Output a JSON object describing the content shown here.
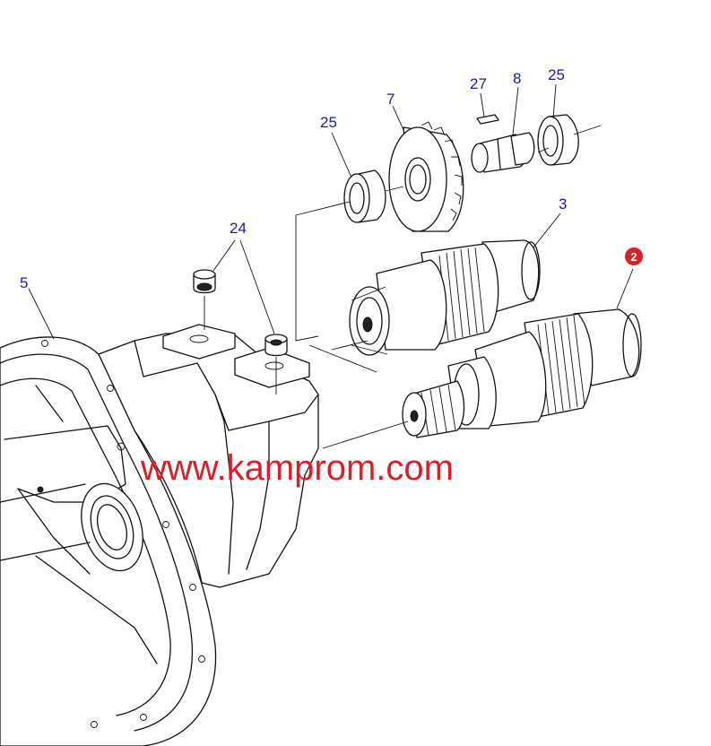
{
  "diagram": {
    "callouts": {
      "c25a": "25",
      "c7": "7",
      "c27": "27",
      "c8": "8",
      "c25b": "25",
      "c24": "24",
      "c3": "3",
      "c2": "2",
      "c5": "5"
    },
    "watermark": "www.kamprom.com",
    "colors": {
      "callout": "#1a1aa8",
      "watermark": "#d8202a",
      "badge": "#d8202a"
    }
  }
}
